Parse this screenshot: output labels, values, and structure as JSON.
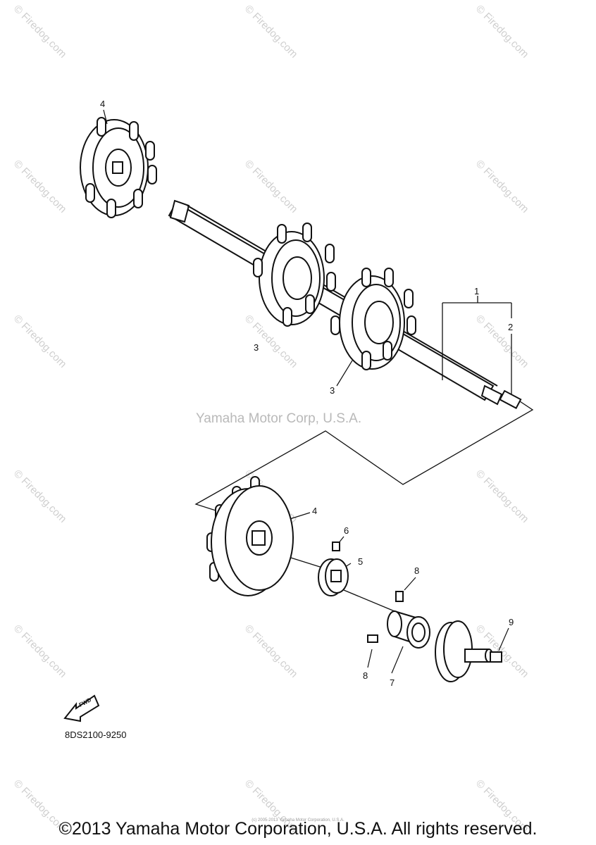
{
  "watermark_text": "© Firedog.com",
  "callouts": [
    "4",
    "1",
    "2",
    "3",
    "3",
    "4",
    "6",
    "5",
    "8",
    "8",
    "7",
    "9"
  ],
  "fwd_label": "FWD",
  "corp_watermark": "Yamaha Motor Corp, U.S.A.",
  "part_code": "8DS2100-9250",
  "tiny_copyright": "(c) 2005-2013 Yamaha Motor Corporation, U.S.A.",
  "copyright": "©2013 Yamaha Motor Corporation, U.S.A. All rights reserved."
}
